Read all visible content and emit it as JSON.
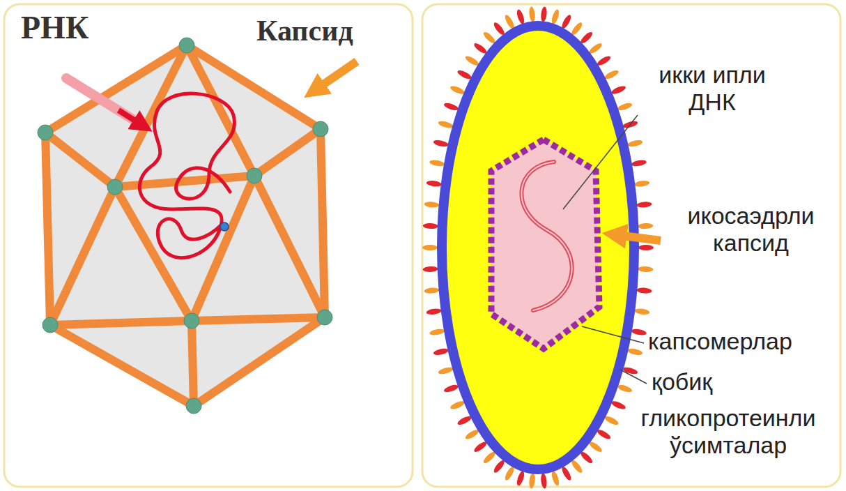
{
  "diagram": {
    "labels": [
      "РНК",
      "Капсид",
      "икки ипли ДНК",
      "икосаэдрли капсид",
      "капсомерлар",
      "қобиқ",
      "гликопротеинли ўсимталар"
    ]
  }
}
